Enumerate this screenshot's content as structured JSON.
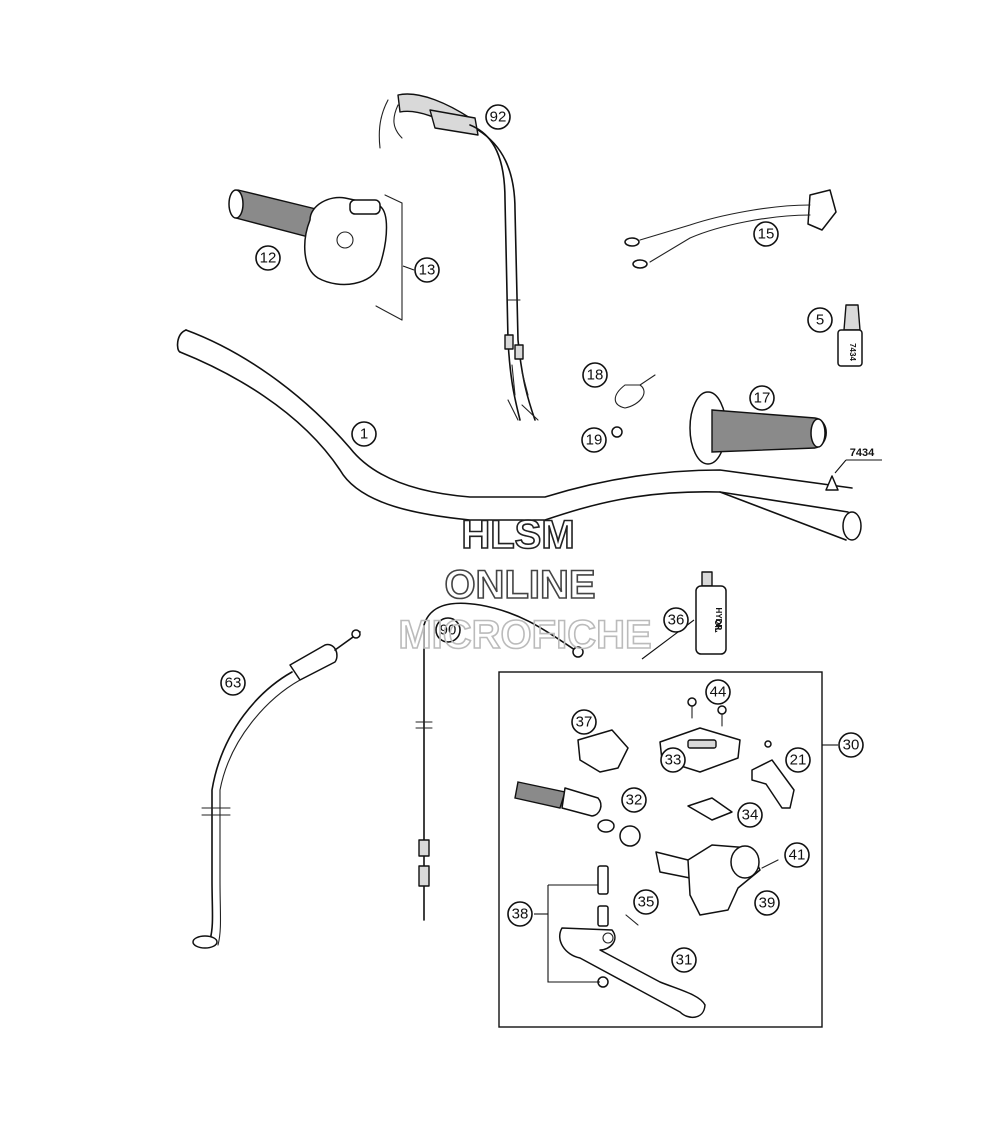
{
  "callouts": {
    "p92": "92",
    "p12": "12",
    "p13": "13",
    "p15": "15",
    "p5": "5",
    "p18": "18",
    "p17": "17",
    "p19": "19",
    "p1": "1",
    "p36": "36",
    "p90": "90",
    "p63": "63",
    "p44": "44",
    "p37": "37",
    "p33": "33",
    "p21": "21",
    "p30": "30",
    "p32": "32",
    "p34": "34",
    "p41": "41",
    "p39": "39",
    "p35": "35",
    "p38": "38",
    "p31": "31"
  },
  "labels": {
    "part_7434": "7434",
    "tube_7434": "7434",
    "bottle_line1": "HYDR.",
    "bottle_line2": "OIL"
  },
  "watermark": {
    "line1": "HLSM",
    "line2": "ONLINE",
    "line3": "MICROFICHE"
  }
}
